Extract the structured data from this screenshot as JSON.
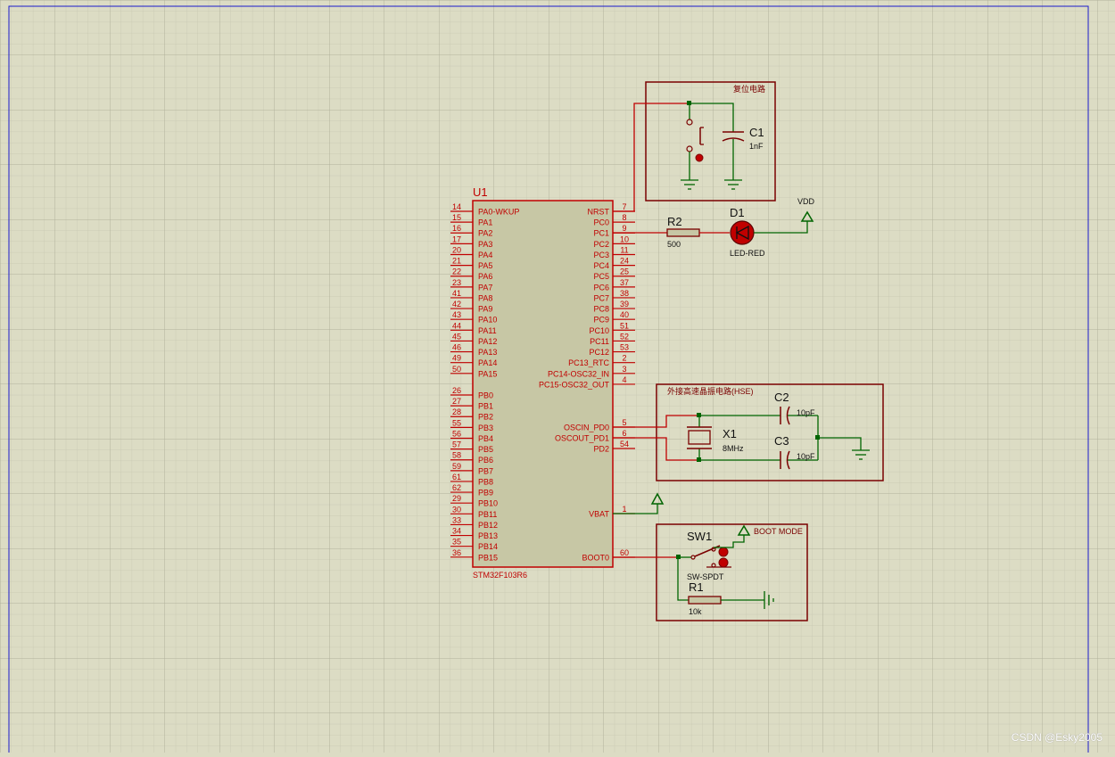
{
  "chip": {
    "ref": "U1",
    "part": "STM32F103R6",
    "left_pins": [
      {
        "num": "14",
        "name": "PA0-WKUP"
      },
      {
        "num": "15",
        "name": "PA1"
      },
      {
        "num": "16",
        "name": "PA2"
      },
      {
        "num": "17",
        "name": "PA3"
      },
      {
        "num": "20",
        "name": "PA4"
      },
      {
        "num": "21",
        "name": "PA5"
      },
      {
        "num": "22",
        "name": "PA6"
      },
      {
        "num": "23",
        "name": "PA7"
      },
      {
        "num": "41",
        "name": "PA8"
      },
      {
        "num": "42",
        "name": "PA9"
      },
      {
        "num": "43",
        "name": "PA10"
      },
      {
        "num": "44",
        "name": "PA11"
      },
      {
        "num": "45",
        "name": "PA12"
      },
      {
        "num": "46",
        "name": "PA13"
      },
      {
        "num": "49",
        "name": "PA14"
      },
      {
        "num": "50",
        "name": "PA15"
      },
      {
        "num": "26",
        "name": "PB0"
      },
      {
        "num": "27",
        "name": "PB1"
      },
      {
        "num": "28",
        "name": "PB2"
      },
      {
        "num": "55",
        "name": "PB3"
      },
      {
        "num": "56",
        "name": "PB4"
      },
      {
        "num": "57",
        "name": "PB5"
      },
      {
        "num": "58",
        "name": "PB6"
      },
      {
        "num": "59",
        "name": "PB7"
      },
      {
        "num": "61",
        "name": "PB8"
      },
      {
        "num": "62",
        "name": "PB9"
      },
      {
        "num": "29",
        "name": "PB10"
      },
      {
        "num": "30",
        "name": "PB11"
      },
      {
        "num": "33",
        "name": "PB12"
      },
      {
        "num": "34",
        "name": "PB13"
      },
      {
        "num": "35",
        "name": "PB14"
      },
      {
        "num": "36",
        "name": "PB15"
      }
    ],
    "right_pins": [
      {
        "num": "7",
        "name": "NRST"
      },
      {
        "num": "8",
        "name": "PC0"
      },
      {
        "num": "9",
        "name": "PC1"
      },
      {
        "num": "10",
        "name": "PC2"
      },
      {
        "num": "11",
        "name": "PC3"
      },
      {
        "num": "24",
        "name": "PC4"
      },
      {
        "num": "25",
        "name": "PC5"
      },
      {
        "num": "37",
        "name": "PC6"
      },
      {
        "num": "38",
        "name": "PC7"
      },
      {
        "num": "39",
        "name": "PC8"
      },
      {
        "num": "40",
        "name": "PC9"
      },
      {
        "num": "51",
        "name": "PC10"
      },
      {
        "num": "52",
        "name": "PC11"
      },
      {
        "num": "53",
        "name": "PC12"
      },
      {
        "num": "2",
        "name": "PC13_RTC"
      },
      {
        "num": "3",
        "name": "PC14-OSC32_IN"
      },
      {
        "num": "4",
        "name": "PC15-OSC32_OUT"
      },
      {
        "num": "5",
        "name": "OSCIN_PD0"
      },
      {
        "num": "6",
        "name": "OSCOUT_PD1"
      },
      {
        "num": "54",
        "name": "PD2"
      },
      {
        "num": "1",
        "name": "VBAT"
      },
      {
        "num": "60",
        "name": "BOOT0"
      }
    ]
  },
  "reset_block": {
    "title": "复位电路",
    "cap_ref": "C1",
    "cap_value": "1nF"
  },
  "led_block": {
    "res_ref": "R2",
    "res_value": "500",
    "led_ref": "D1",
    "led_value": "LED-RED",
    "power_label": "VDD"
  },
  "osc_block": {
    "title": "外接高速晶振电路(HSE)",
    "crystal_ref": "X1",
    "crystal_value": "8MHz",
    "cap_top_ref": "C2",
    "cap_top_value": "10pF",
    "cap_bot_ref": "C3",
    "cap_bot_value": "10pF"
  },
  "boot_block": {
    "title": "BOOT MODE",
    "switch_ref": "SW1",
    "switch_value": "SW-SPDT",
    "res_ref": "R1",
    "res_value": "10k"
  },
  "watermark": "CSDN @Esky2005",
  "colors": {
    "background": "#dcdcc4",
    "grid": "#c3c3ad",
    "chip_fill": "#c7c7a5",
    "pin_red": "#c00000",
    "block_border": "#7a0000",
    "wire_green": "#006400"
  }
}
